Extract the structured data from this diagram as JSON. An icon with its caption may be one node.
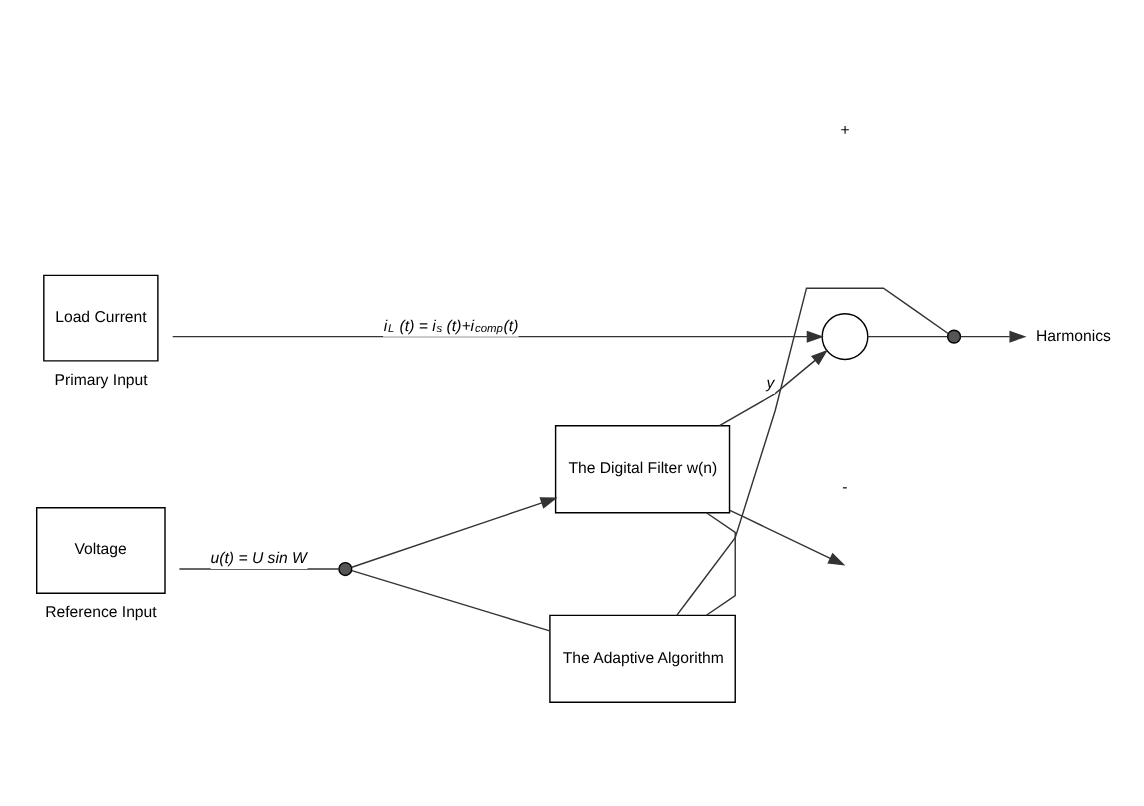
{
  "diagram": {
    "nodes": [
      {
        "text": [
          "Load Current"
        ],
        "beside": [
          "Primary Input"
        ]
      },
      {
        "text": [
          "Voltage"
        ],
        "beside": [
          "Reference Input"
        ]
      },
      {
        "text": [],
        "shape": "circle"
      },
      {
        "text": [
          "The Digital Filter w(n)"
        ]
      },
      {
        "text": [],
        "shape": "circle"
      },
      {
        "text": [],
        "shape": "circle"
      },
      {
        "text": [
          "The Adaptive Algorithm"
        ]
      },
      {
        "text": [
          "Harmonics"
        ]
      }
    ],
    "edges": [
      {
        "from": 0,
        "to": 4,
        "arrow": "to",
        "label": "i$_{L}$ (t) = i$_{s}$ (t)+i$_{comp}$(t)"
      },
      {
        "from": 1,
        "to": 2,
        "arrow": "none",
        "label": "u(t) = U sin W"
      },
      {
        "from": 2,
        "to": 3,
        "arrow": "to"
      },
      {
        "from": 3,
        "to": 4,
        "arrow": "to",
        "label": "y"
      },
      {
        "from": 4,
        "to": 5,
        "arrow": "none"
      },
      {
        "from": 5,
        "to": 7,
        "arrow": "to"
      },
      {
        "from": 5,
        "to": 6,
        "arrow": "none"
      },
      {
        "from": 2,
        "to": 6,
        "arrow": "none"
      },
      {
        "from": 6,
        "to": 3,
        "arrow": "none"
      },
      {
        "from": 3,
        "to": null,
        "arrow": "to"
      }
    ],
    "labels": [
      "+",
      "-"
    ]
  }
}
